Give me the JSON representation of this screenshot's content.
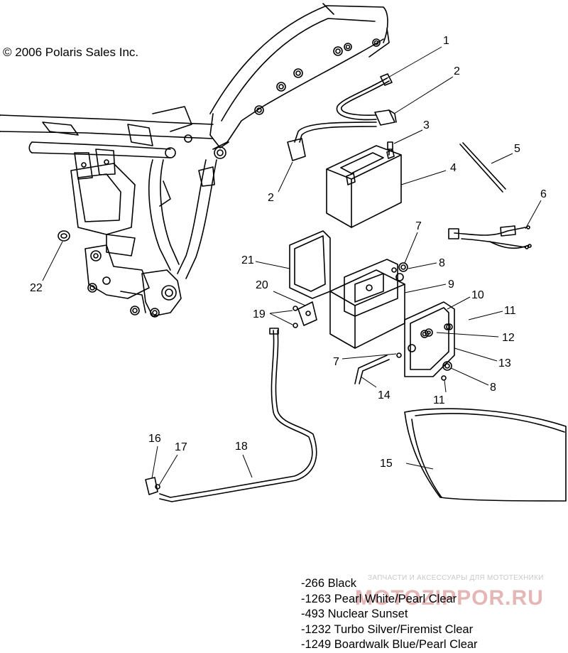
{
  "copyright": "© 2006 Polaris Sales Inc.",
  "callouts": [
    {
      "id": "c1",
      "label": "1"
    },
    {
      "id": "c2a",
      "label": "2"
    },
    {
      "id": "c2b",
      "label": "2"
    },
    {
      "id": "c3",
      "label": "3"
    },
    {
      "id": "c4",
      "label": "4"
    },
    {
      "id": "c5",
      "label": "5"
    },
    {
      "id": "c6",
      "label": "6"
    },
    {
      "id": "c7a",
      "label": "7"
    },
    {
      "id": "c7b",
      "label": "7"
    },
    {
      "id": "c8a",
      "label": "8"
    },
    {
      "id": "c8b",
      "label": "8"
    },
    {
      "id": "c9",
      "label": "9"
    },
    {
      "id": "c10",
      "label": "10"
    },
    {
      "id": "c11a",
      "label": "11"
    },
    {
      "id": "c11b",
      "label": "11"
    },
    {
      "id": "c12",
      "label": "12"
    },
    {
      "id": "c13",
      "label": "13"
    },
    {
      "id": "c14",
      "label": "14"
    },
    {
      "id": "c15",
      "label": "15"
    },
    {
      "id": "c16",
      "label": "16"
    },
    {
      "id": "c17",
      "label": "17"
    },
    {
      "id": "c18",
      "label": "18"
    },
    {
      "id": "c19",
      "label": "19"
    },
    {
      "id": "c20",
      "label": "20"
    },
    {
      "id": "c21",
      "label": "21"
    },
    {
      "id": "c22",
      "label": "22"
    }
  ],
  "color_options": [
    "-266  Black",
    "-1263  Pearl White/Pearl Clear",
    "-493  Nuclear Sunset",
    "-1232 Turbo Silver/Firemist Clear",
    "-1249 Boardwalk Blue/Pearl Clear"
  ],
  "watermark": {
    "tagline": "ЗАПЧАСТИ И АКСЕССУАРЫ ДЛЯ МОТОТЕХНИКИ",
    "brand": "MOTOZIPPOR.RU",
    "color": "#e5b6b6"
  },
  "colors": {
    "line": "#000000",
    "background": "#ffffff"
  }
}
